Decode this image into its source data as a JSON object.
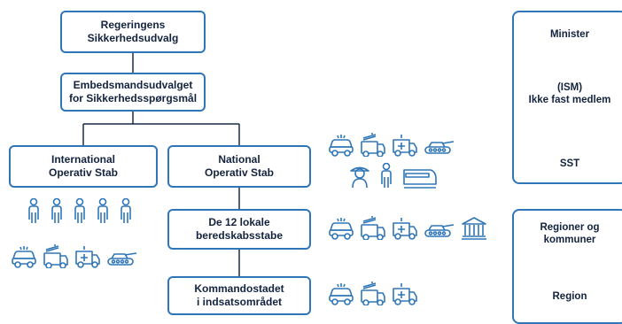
{
  "boxes": {
    "regeringen": "Regeringens\nSikkerhedsudvalg",
    "embedsmand": "Embedsmandsudvalget\nfor Sikkerhedsspørgsmål",
    "international": "International\nOperativ Stab",
    "national": "National\nOperativ Stab",
    "lokale": "De 12 lokale\nberedskabsstabe",
    "kommando": "Kommandostadet\ni indsatsområdet"
  },
  "side_top": {
    "minister": "Minister",
    "ism": "(ISM)\nIkke fast medlem",
    "sst": "SST"
  },
  "side_bottom": {
    "regioner": "Regioner og\nkommuner",
    "region": "Region"
  },
  "colors": {
    "border": "#2f76b8",
    "icon": "#2f76b8",
    "text": "#13233f",
    "line": "#1a2a44"
  },
  "icons": {
    "national_row1": [
      "police-car-icon",
      "fire-truck-icon",
      "ambulance-icon",
      "tank-icon"
    ],
    "national_row2": [
      "soldier-person-icon",
      "person-icon",
      "train-icon"
    ],
    "international_people": [
      "person-icon",
      "person-icon",
      "person-icon",
      "person-icon",
      "person-icon"
    ],
    "international_vehicles": [
      "police-car-icon",
      "fire-truck-icon",
      "ambulance-icon",
      "tank-icon"
    ],
    "lokale": [
      "police-car-icon",
      "fire-truck-icon",
      "ambulance-icon",
      "tank-icon",
      "building-icon"
    ],
    "kommando": [
      "police-car-icon",
      "fire-truck-icon",
      "ambulance-icon"
    ]
  }
}
